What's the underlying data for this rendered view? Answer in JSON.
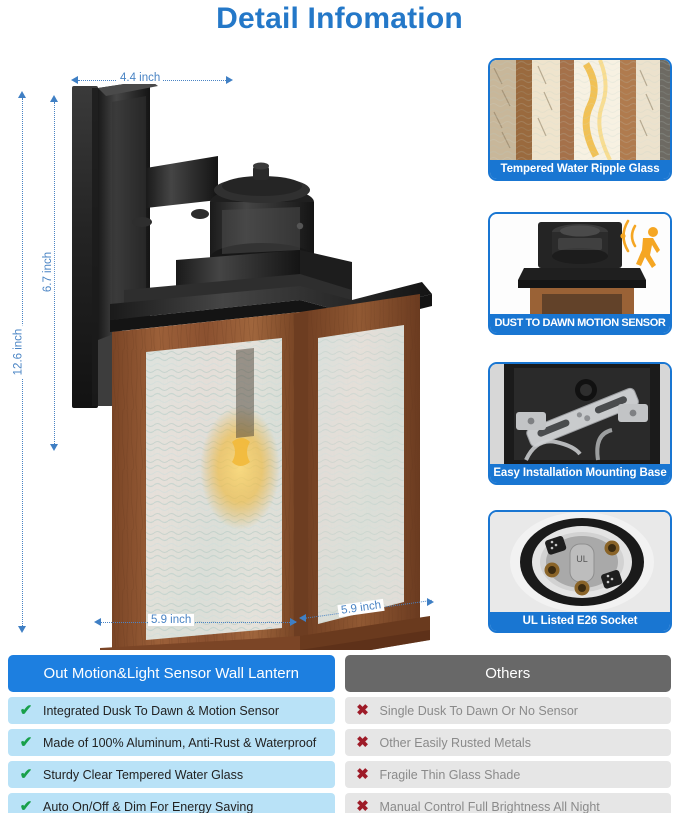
{
  "title": "Detail Infomation",
  "colors": {
    "title_blue": "#2478c8",
    "accent_blue": "#1976d2",
    "header_blue": "#1d7fe0",
    "header_gray": "#686868",
    "row_blue": "#b9e2f7",
    "row_gray": "#e6e6e6",
    "check_green": "#18a04a",
    "cross_red": "#9e1b28",
    "dim_blue": "#4a84c4",
    "wood_brown": "#8a5233",
    "body_black": "#262626",
    "sensor_orange": "#f5a623"
  },
  "dimensions": {
    "width_top": "4.4 inch",
    "height_fixture": "6.7 inch",
    "height_total": "12.6 inch",
    "base_left": "5.9 inch",
    "base_right": "5.9 inch"
  },
  "thumbnails": [
    {
      "caption": "Tempered Water Ripple Glass",
      "icon": "water-ripple-glass-icon"
    },
    {
      "caption": "DUST TO DAWN MOTION SENSOR",
      "icon": "motion-sensor-icon"
    },
    {
      "caption": "Easy Installation Mounting Base",
      "icon": "mounting-base-icon"
    },
    {
      "caption": "UL Listed E26 Socket",
      "icon": "e26-socket-icon"
    }
  ],
  "comparison": {
    "header_ours": "Out Motion&Light Sensor Wall Lantern",
    "header_others": "Others",
    "check_symbol": "✔",
    "cross_symbol": "✖",
    "rows": [
      {
        "ours": "Integrated Dusk To Dawn & Motion Sensor",
        "others": "Single Dusk To Dawn Or No Sensor"
      },
      {
        "ours": "Made of 100% Aluminum, Anti-Rust & Waterproof",
        "others": "Other Easily Rusted Metals"
      },
      {
        "ours": "Sturdy Clear Tempered Water Glass",
        "others": "Fragile Thin Glass Shade"
      },
      {
        "ours": "Auto On/Off & Dim For Energy Saving",
        "others": "Manual Control Full Brightness All Night"
      }
    ]
  }
}
